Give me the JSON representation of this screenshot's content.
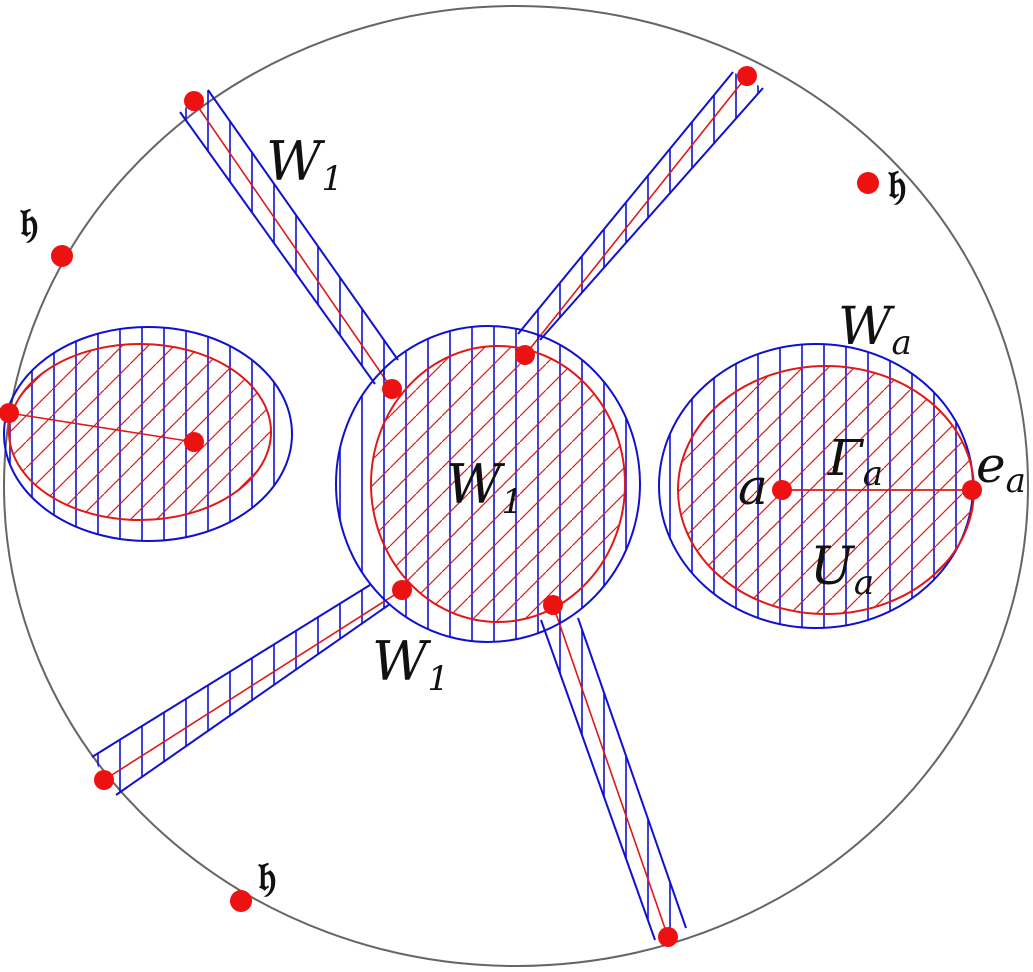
{
  "labels": {
    "w1_top": {
      "main": "W",
      "sub": "1"
    },
    "w1_center": {
      "main": "W",
      "sub": "1"
    },
    "w1_bottom": {
      "main": "W",
      "sub": "1"
    },
    "wa": {
      "main": "W",
      "sub": "a"
    },
    "gamma_a": {
      "main": "Γ",
      "sub": "a"
    },
    "ua": {
      "main": "U",
      "sub": "a"
    },
    "a": "a",
    "ea": {
      "main": "e",
      "sub": "a"
    },
    "frak_h_1": "𝔥",
    "frak_h_2": "𝔥",
    "frak_h_3": "𝔥"
  },
  "colors": {
    "outer_circle": "#666666",
    "blue": "#1010d0",
    "red": "#e01818",
    "point": "#ee1111"
  }
}
